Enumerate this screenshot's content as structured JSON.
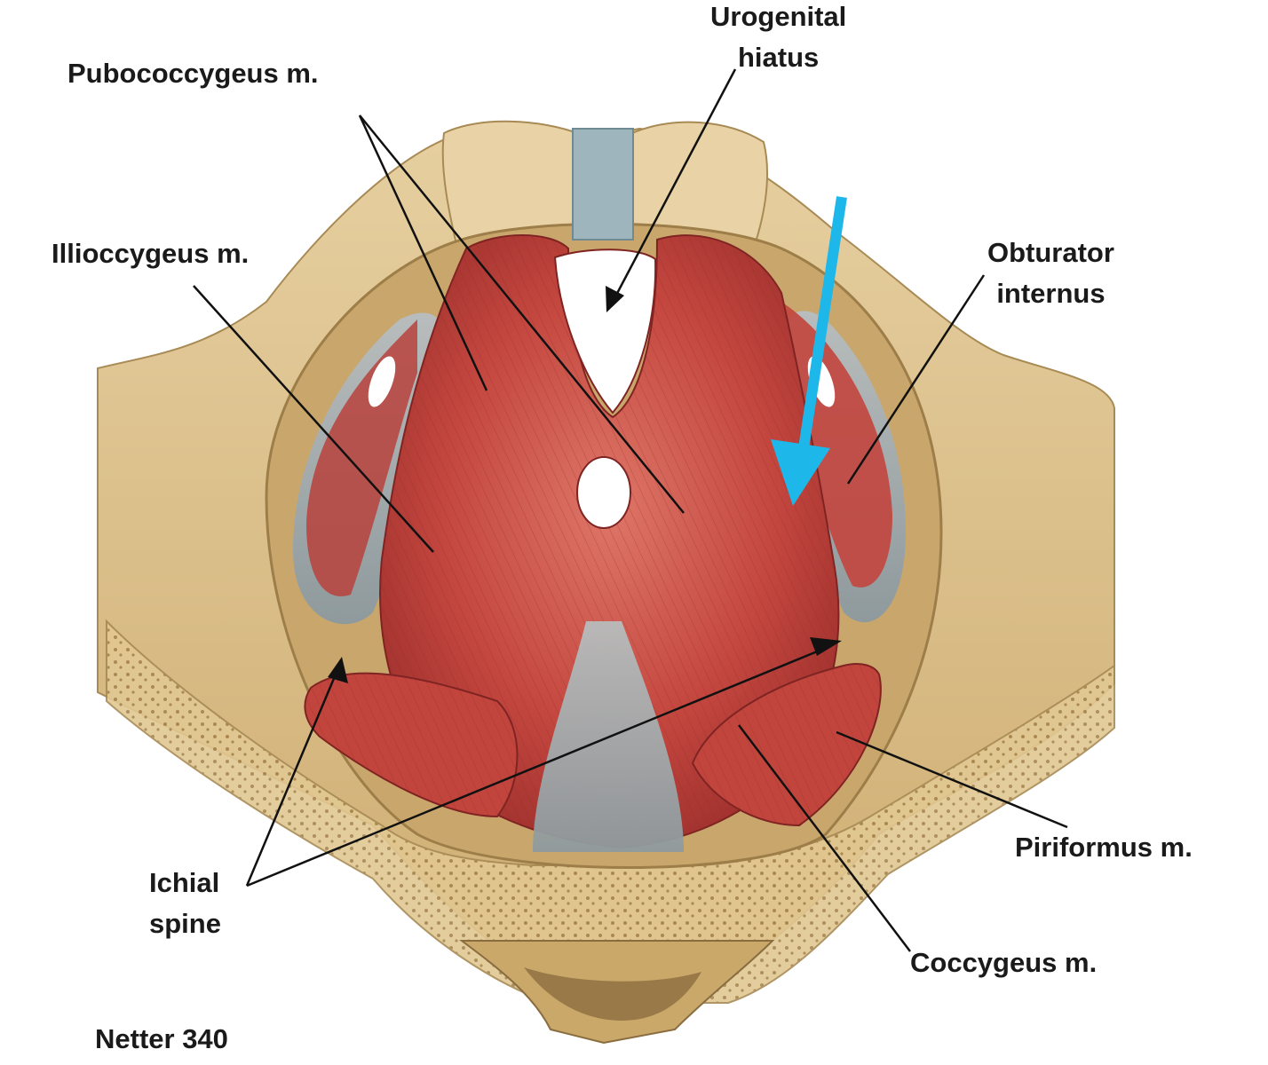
{
  "labels": {
    "urogenital_hiatus": [
      "Urogenital",
      "hiatus"
    ],
    "pubococcygeus": "Pubococcygeus m.",
    "illiococcygeus": "Illioccygeus m.",
    "obturator_internus": [
      "Obturator",
      "internus"
    ],
    "ichial_spine": [
      "Ichial",
      "spine"
    ],
    "piriformus": "Piriformus m.",
    "coccygeus": "Coccygeus m.",
    "source": "Netter 340"
  },
  "colors": {
    "bone": "#dcc08e",
    "bone_shade": "#b59a63",
    "muscle": "#c0463f",
    "muscle_light": "#e07d70",
    "fascia": "#a7acae",
    "ligament": "#9fb5bd",
    "callout": "#111111",
    "highlight_arrow": "#1eb7ea"
  },
  "icons": {
    "highlight": "blue-arrow-icon",
    "callout": "black-arrowhead-icon"
  }
}
